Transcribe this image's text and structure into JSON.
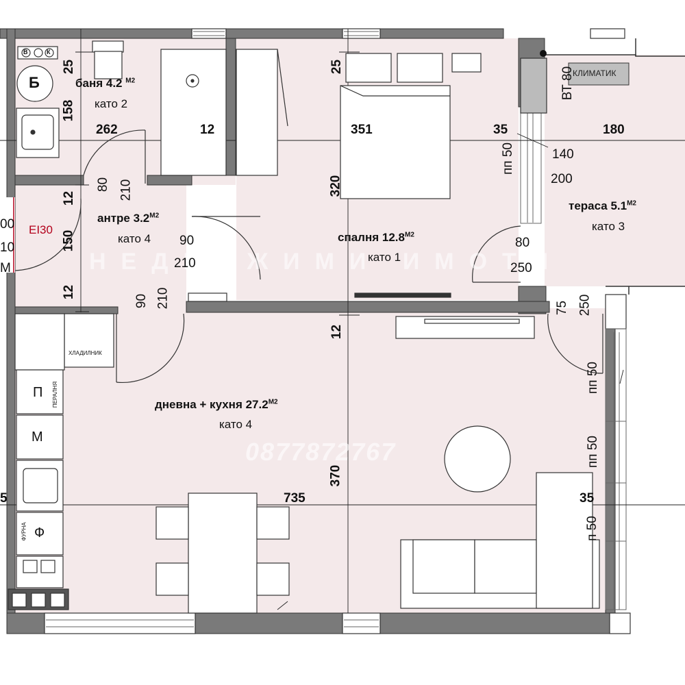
{
  "rooms": {
    "bathroom": {
      "name": "баня 4.2",
      "unit": "М2",
      "floor": "като 2"
    },
    "hall": {
      "name": "антре 3.2",
      "unit": "М2",
      "floor": "като 4"
    },
    "bedroom": {
      "name": "спалня 12.8",
      "unit": "М2",
      "floor": "като 1"
    },
    "terrace": {
      "name": "тераса 5.1",
      "unit": "М2",
      "floor": "като 3"
    },
    "living": {
      "name": "дневна + кухня 27.2",
      "unit": "М2",
      "floor": "като 4"
    }
  },
  "dimensions": {
    "bath_top": "25",
    "bath_height": "158",
    "bath_width": "262",
    "wall_12_top": "12",
    "hall_12_left": "12",
    "hall_150": "150",
    "hall_12_lower": "12",
    "bed_top": "25",
    "bed_width": "351",
    "bed_height": "320",
    "wall_35_top": "35",
    "terrace_width": "180",
    "living_wall_12": "12",
    "living_height": "370",
    "living_width": "735",
    "living_35": "35"
  },
  "openings": {
    "bath_door": {
      "w": "80",
      "h": "210"
    },
    "hall_door": {
      "w": "90",
      "h": "210"
    },
    "kitchen_door": {
      "w": "90",
      "h": "210"
    },
    "bed_window": {
      "sill": "пп 50",
      "w": "140",
      "h": "200"
    },
    "terrace_door": {
      "w": "80",
      "h": "250"
    },
    "living_door": {
      "w": "75",
      "h": "250"
    },
    "living_window_1": "пп 50",
    "living_window_2": "пп 50",
    "living_window_3": "п 50",
    "entry_partial_1": "00",
    "entry_partial_2": "10",
    "entry_partial_3": "М",
    "left_partial": "5"
  },
  "labels": {
    "fire_door": "EI30",
    "boiler": "Б",
    "valve_b": "В",
    "valve_k": "К",
    "aircon": "КЛИМАТИК",
    "boiler_vt": "ВТ 80",
    "fridge": "ХЛАДИЛНИК",
    "washer": "П",
    "washer_small": "ПЕРАЛНЯ",
    "dishwasher": "М",
    "oven": "Ф",
    "oven_small": "ФУРНА"
  },
  "watermark": {
    "brand": "НЕДВИЖИМИ ИМОТИ",
    "phone": "0877872767"
  },
  "colors": {
    "room_fill": "#f4e9ea",
    "wall": "#7a7a7a",
    "wall_dark": "#555555",
    "accent_red": "#b3001b"
  }
}
